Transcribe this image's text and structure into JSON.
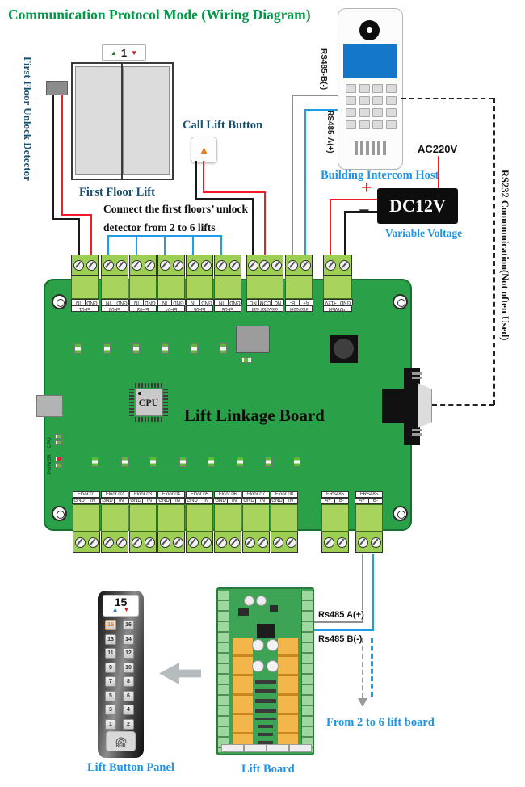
{
  "title": "Communication Protocol Mode (Wiring Diagram)",
  "labels": {
    "first_floor_unlock_detector": "First Floor Unlock Detector",
    "first_floor_lift": "First Floor Lift",
    "call_lift_button": "Call Lift Button",
    "note_line1": "Connect the first floors’ unlock",
    "note_line2": "detector from 2 to 6 lifts",
    "building_intercom_host": "Building Intercom Host",
    "rs485_b": "RS485-B(-)",
    "rs485_a": "RS485-A(+)",
    "ac220v": "AC220V",
    "dc12v": "DC12V",
    "variable_voltage": "Variable Voltage",
    "plus": "+",
    "minus": "−",
    "rs232": "RS232 Communication(Not often Used)",
    "rs485_a_lower": "Rs485 A(+)",
    "rs485_b_lower": "Rs485 B(-)",
    "from_2_to_6": "From 2 to 6 lift board",
    "lift_button_panel": "Lift Button Panel",
    "lift_board": "Lift Board"
  },
  "lift_indicator": {
    "up": "▲",
    "floor": "1",
    "down": "▼"
  },
  "call_button_icon": "▲",
  "board": {
    "title": "Lift Linkage Board",
    "cpu_chip": "CPU",
    "cpu_led_label": "CPU",
    "power_led_label": "POWER",
    "top_terminals": [
      {
        "cells": [
          "GND",
          "IN"
        ],
        "port": "EF01"
      },
      {
        "cells": [
          "GND",
          "IN"
        ],
        "port": "EF02"
      },
      {
        "cells": [
          "GND",
          "IN"
        ],
        "port": "EF03"
      },
      {
        "cells": [
          "GND",
          "IN"
        ],
        "port": "EF04"
      },
      {
        "cells": [
          "GND",
          "IN"
        ],
        "port": "EF05"
      },
      {
        "cells": [
          "GND",
          "IN"
        ],
        "port": "EF06"
      },
      {
        "cells": [
          "NC",
          "COM",
          "NO"
        ],
        "port": "elevator call"
      },
      {
        "cells": [
          "A+",
          "B-"
        ],
        "port": "intercom"
      },
      {
        "cells": [
          "GND",
          "+12V"
        ],
        "port": "POWER"
      }
    ],
    "bottom_terminals": [
      {
        "cells": [
          "GND",
          "IN"
        ],
        "port": "Floor 01"
      },
      {
        "cells": [
          "GND",
          "IN"
        ],
        "port": "Floor 02"
      },
      {
        "cells": [
          "GND",
          "IN"
        ],
        "port": "Floor 03"
      },
      {
        "cells": [
          "GND",
          "IN"
        ],
        "port": "Floor 04"
      },
      {
        "cells": [
          "GND",
          "IN"
        ],
        "port": "Floor 05"
      },
      {
        "cells": [
          "GND",
          "IN"
        ],
        "port": "Floor 06"
      },
      {
        "cells": [
          "GND",
          "IN"
        ],
        "port": "Floor 07"
      },
      {
        "cells": [
          "GND",
          "IN"
        ],
        "port": "Floor 08"
      },
      {
        "cells": [
          "A+",
          "B-"
        ],
        "port": "FRS485"
      },
      {
        "cells": [
          "A+",
          "B-"
        ],
        "port": "FRS485"
      }
    ]
  },
  "panel": {
    "display_floor": "15",
    "display_up": "▲",
    "display_down": "▼",
    "buttons_left": [
      "15",
      "13",
      "11",
      "9",
      "7",
      "5",
      "3",
      "1"
    ],
    "buttons_right": [
      "16",
      "14",
      "12",
      "10",
      "8",
      "6",
      "4",
      "2"
    ],
    "active_button": "15",
    "rfid": "RFID"
  },
  "colors": {
    "title_green": "#009a46",
    "label_dark_blue": "#17506e",
    "label_bright_blue": "#2093e7",
    "board_green": "#2aa148",
    "terminal_green": "#a8d45e",
    "wire_red": "#ee1c25",
    "wire_blue": "#1f9ce8",
    "wire_black": "#1a1a1a",
    "wire_gray": "#8f8f8f",
    "intercom_screen_blue": "#1577c8",
    "dc12v_box": "#0d0d0d"
  }
}
